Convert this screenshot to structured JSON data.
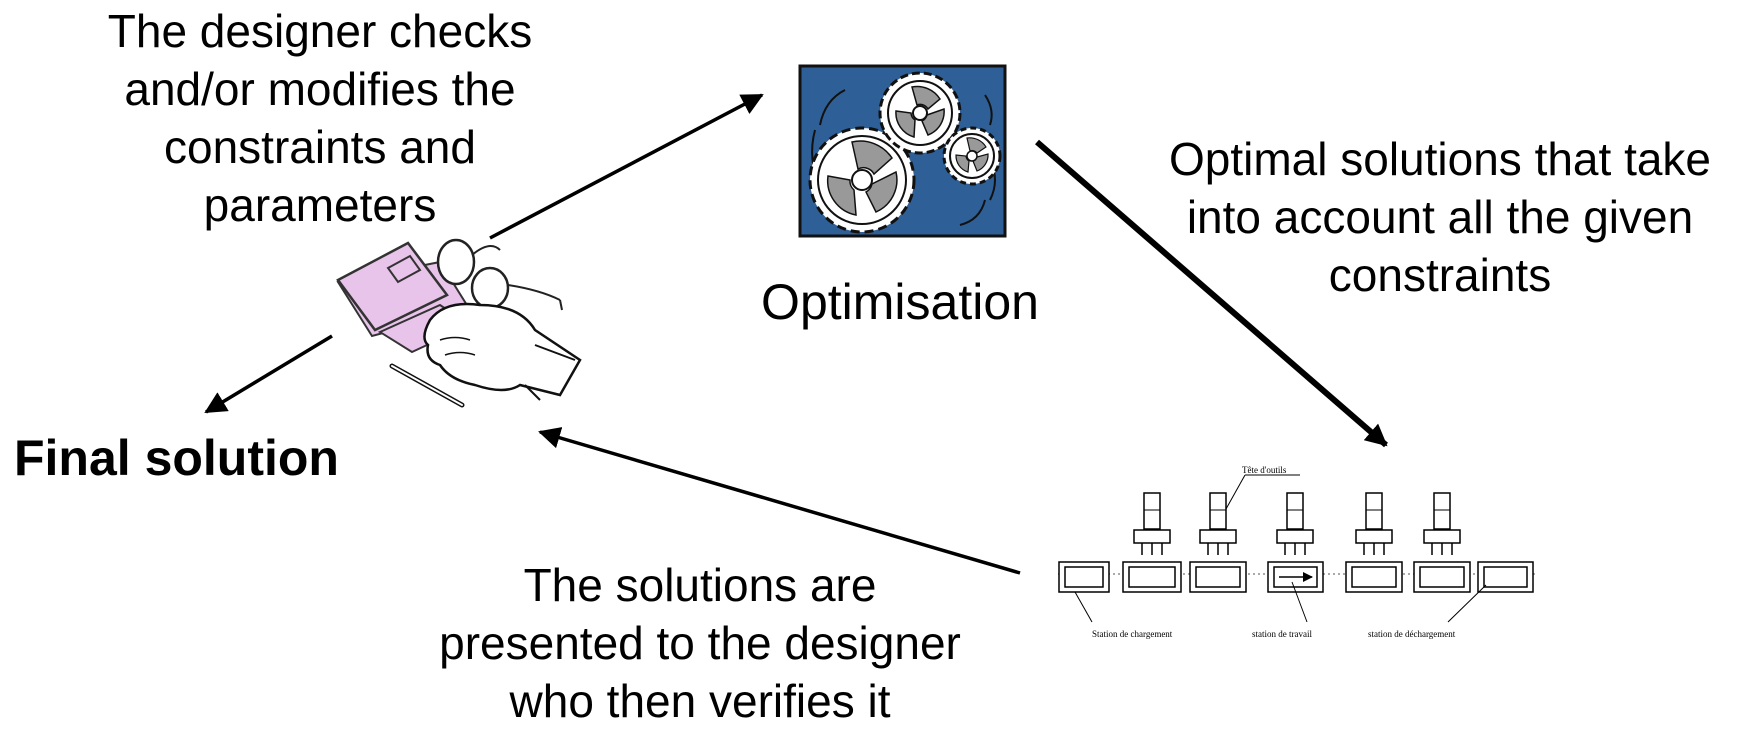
{
  "labels": {
    "designer_checks": [
      "The designer checks",
      "and/or modifies the",
      "constraints and",
      "parameters"
    ],
    "optimal_solutions": [
      "Optimal solutions that take",
      "into account all the given",
      "constraints"
    ],
    "optimisation": "Optimisation",
    "final_solution": "Final solution",
    "solutions_presented": [
      "The solutions are",
      "presented to the designer",
      "who then verifies it"
    ]
  },
  "line_diagram": {
    "tool_head": "Tête d'outils",
    "loading_station": "Station de chargement",
    "work_station": "station de travail",
    "unloading_station": "station de déchargement"
  },
  "colors": {
    "gear_panel": "#2e5f96",
    "laptop": "#e8c3ea"
  }
}
